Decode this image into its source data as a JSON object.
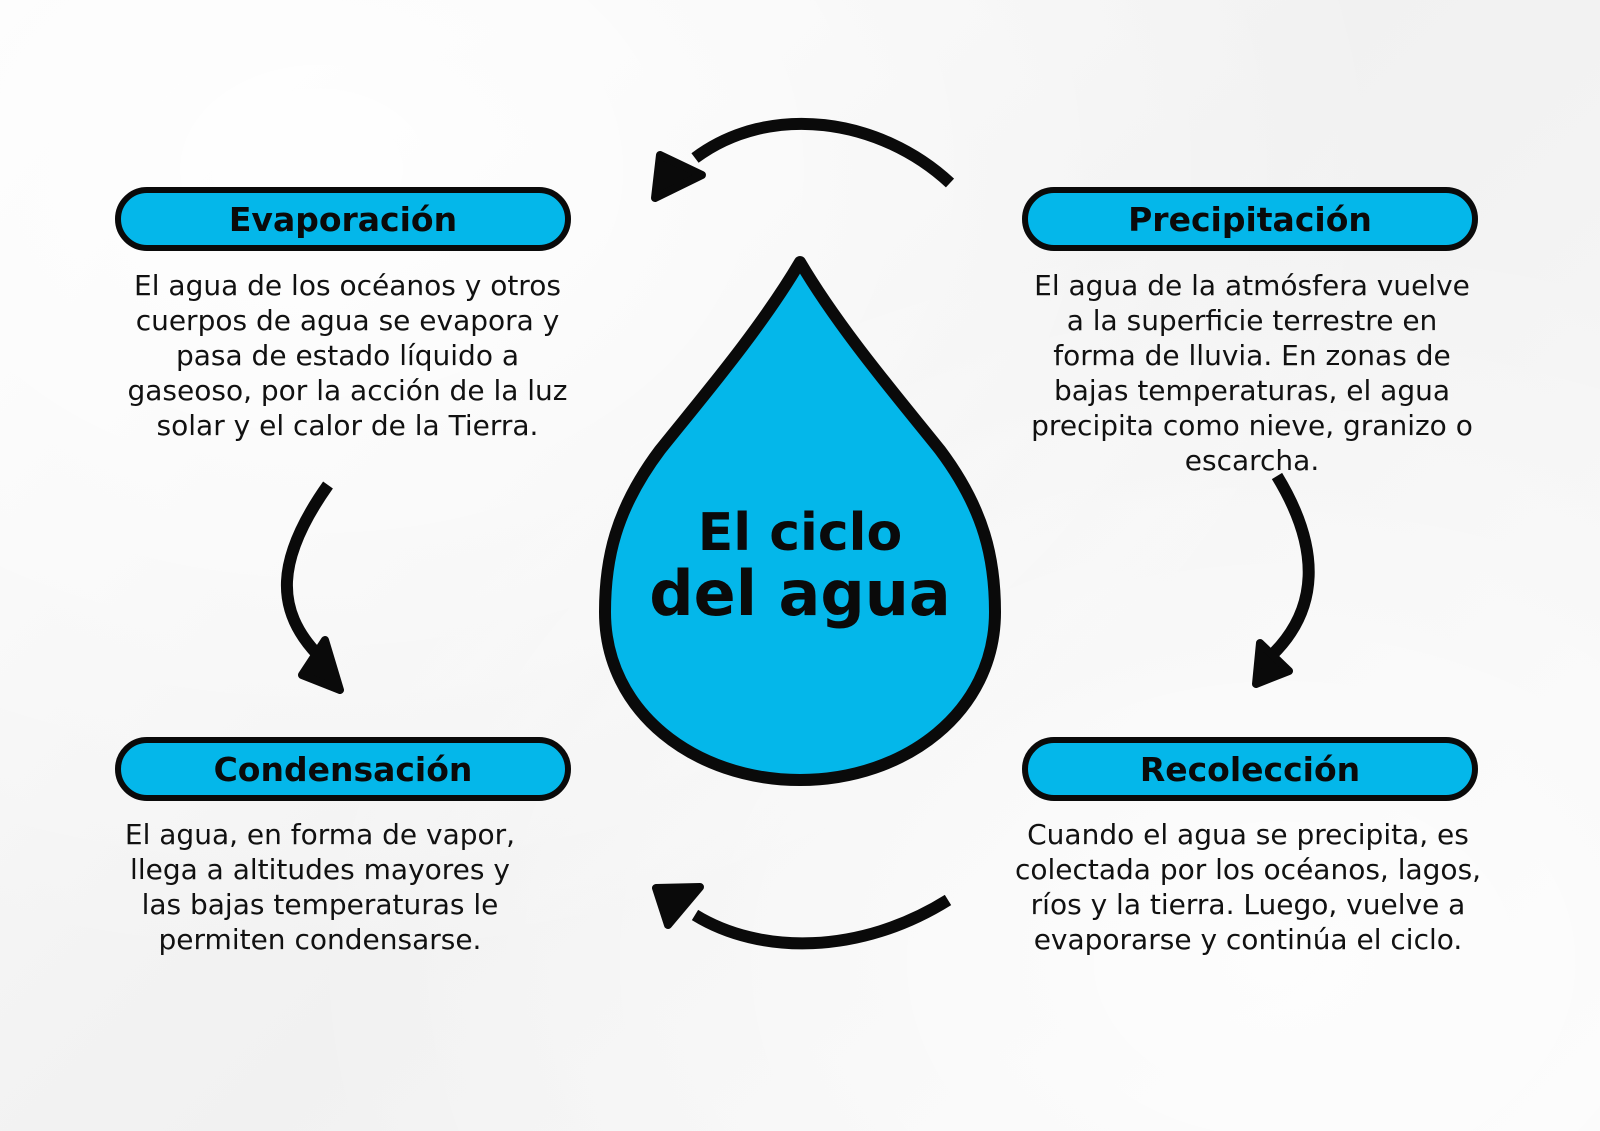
{
  "title": {
    "line1": "El ciclo",
    "line2": "del agua"
  },
  "stages": {
    "evaporation": {
      "label": "Evaporación",
      "description": "El agua de los océanos y otros cuerpos de agua se evapora y pasa de estado líquido a gaseoso, por la acción de la luz solar y el calor de la Tierra."
    },
    "precipitation": {
      "label": "Precipitación",
      "description": "El agua de la atmósfera vuelve a la superficie terrestre en forma de lluvia. En zonas de bajas temperaturas, el agua precipita como nieve, granizo o escarcha."
    },
    "condensation": {
      "label": "Condensación",
      "description": "El agua, en forma de vapor, llega a altitudes mayores y las bajas temperaturas le permiten condensarse."
    },
    "collection": {
      "label": "Recolección",
      "description": "Cuando el agua se precipita, es colectada por los océanos, lagos, ríos y la tierra. Luego, vuelve a evaporarse y continúa el ciclo."
    }
  },
  "colors": {
    "accent": "#04b7ea",
    "outline": "#0a0a0a"
  },
  "icons": {
    "center": "water-drop-icon",
    "arrows": "curved-arrow-icon"
  }
}
